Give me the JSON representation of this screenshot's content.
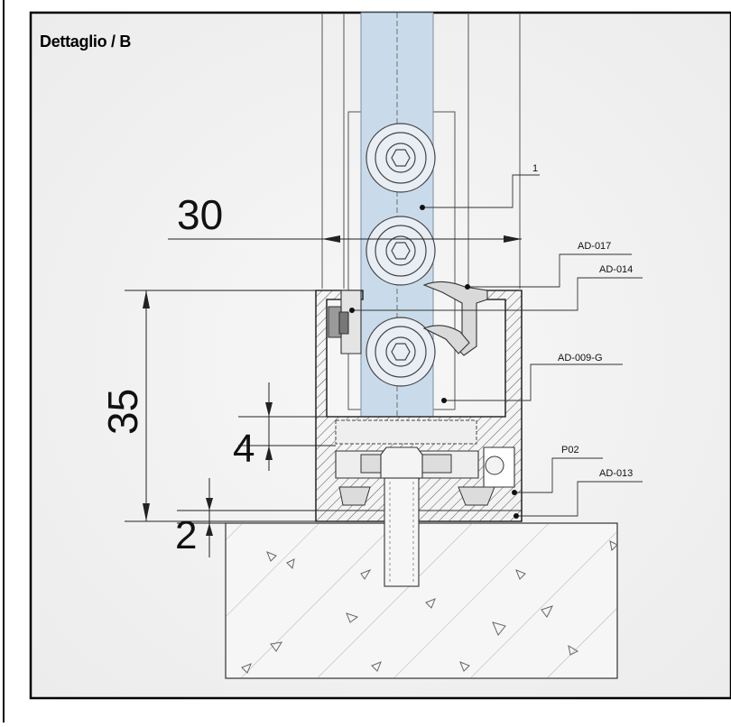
{
  "title": "Dettaglio / B",
  "dimensions": {
    "width": "30",
    "height": "35",
    "gap_top": "4",
    "gap_bottom": "2"
  },
  "callouts": {
    "glass": "1",
    "gasket_outer": "AD-017",
    "gasket_inner": "AD-014",
    "profile": "AD-009-G",
    "plate": "P02",
    "base": "AD-013"
  },
  "colors": {
    "glass": "#c9dbea",
    "line": "#333333",
    "background": "#f2f2f2"
  }
}
